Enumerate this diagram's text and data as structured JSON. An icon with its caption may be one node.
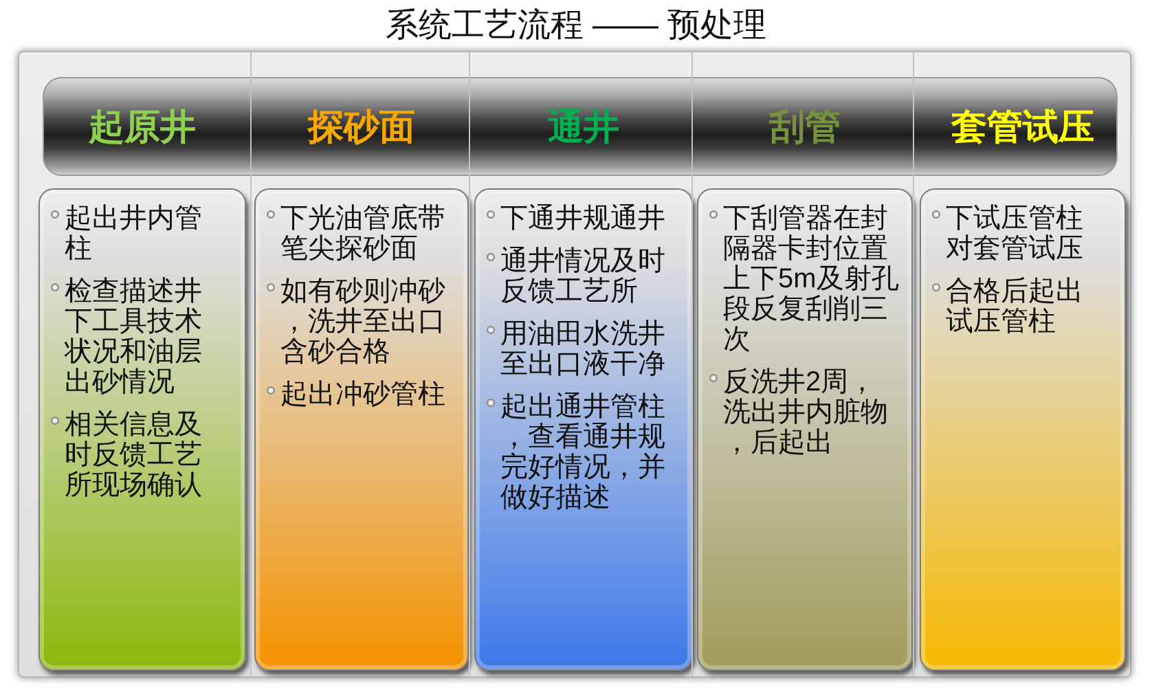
{
  "diagram": {
    "title": "系统工艺流程 —— 预处理",
    "nodes": [
      {
        "text": [
          "起原井",
          "起出井内管柱",
          "检查描述井下工具技术状况和油层出砂情况",
          "相关信息及时反馈工艺所现场确认"
        ]
      },
      {
        "text": [
          "探砂面",
          "下光油管底带笔尖探砂面",
          "如有砂则冲砂，洗井至出口含砂合格",
          "起出冲砂管柱"
        ]
      },
      {
        "text": [
          "通井",
          "下通井规通井",
          "通井情况及时反馈工艺所",
          "用油田水洗井至出口液干净",
          "起出通井管柱，查看通井规完好情况，并做好描述"
        ]
      },
      {
        "text": [
          "刮管",
          "下刮管器在封隔器卡封位置上下5m及射孔段反复刮削三次",
          "反洗井2周，洗出井内脏物，后起出"
        ]
      },
      {
        "text": [
          "套管试压",
          "下试压管柱对套管试压",
          "合格后起出试压管柱"
        ]
      }
    ]
  }
}
